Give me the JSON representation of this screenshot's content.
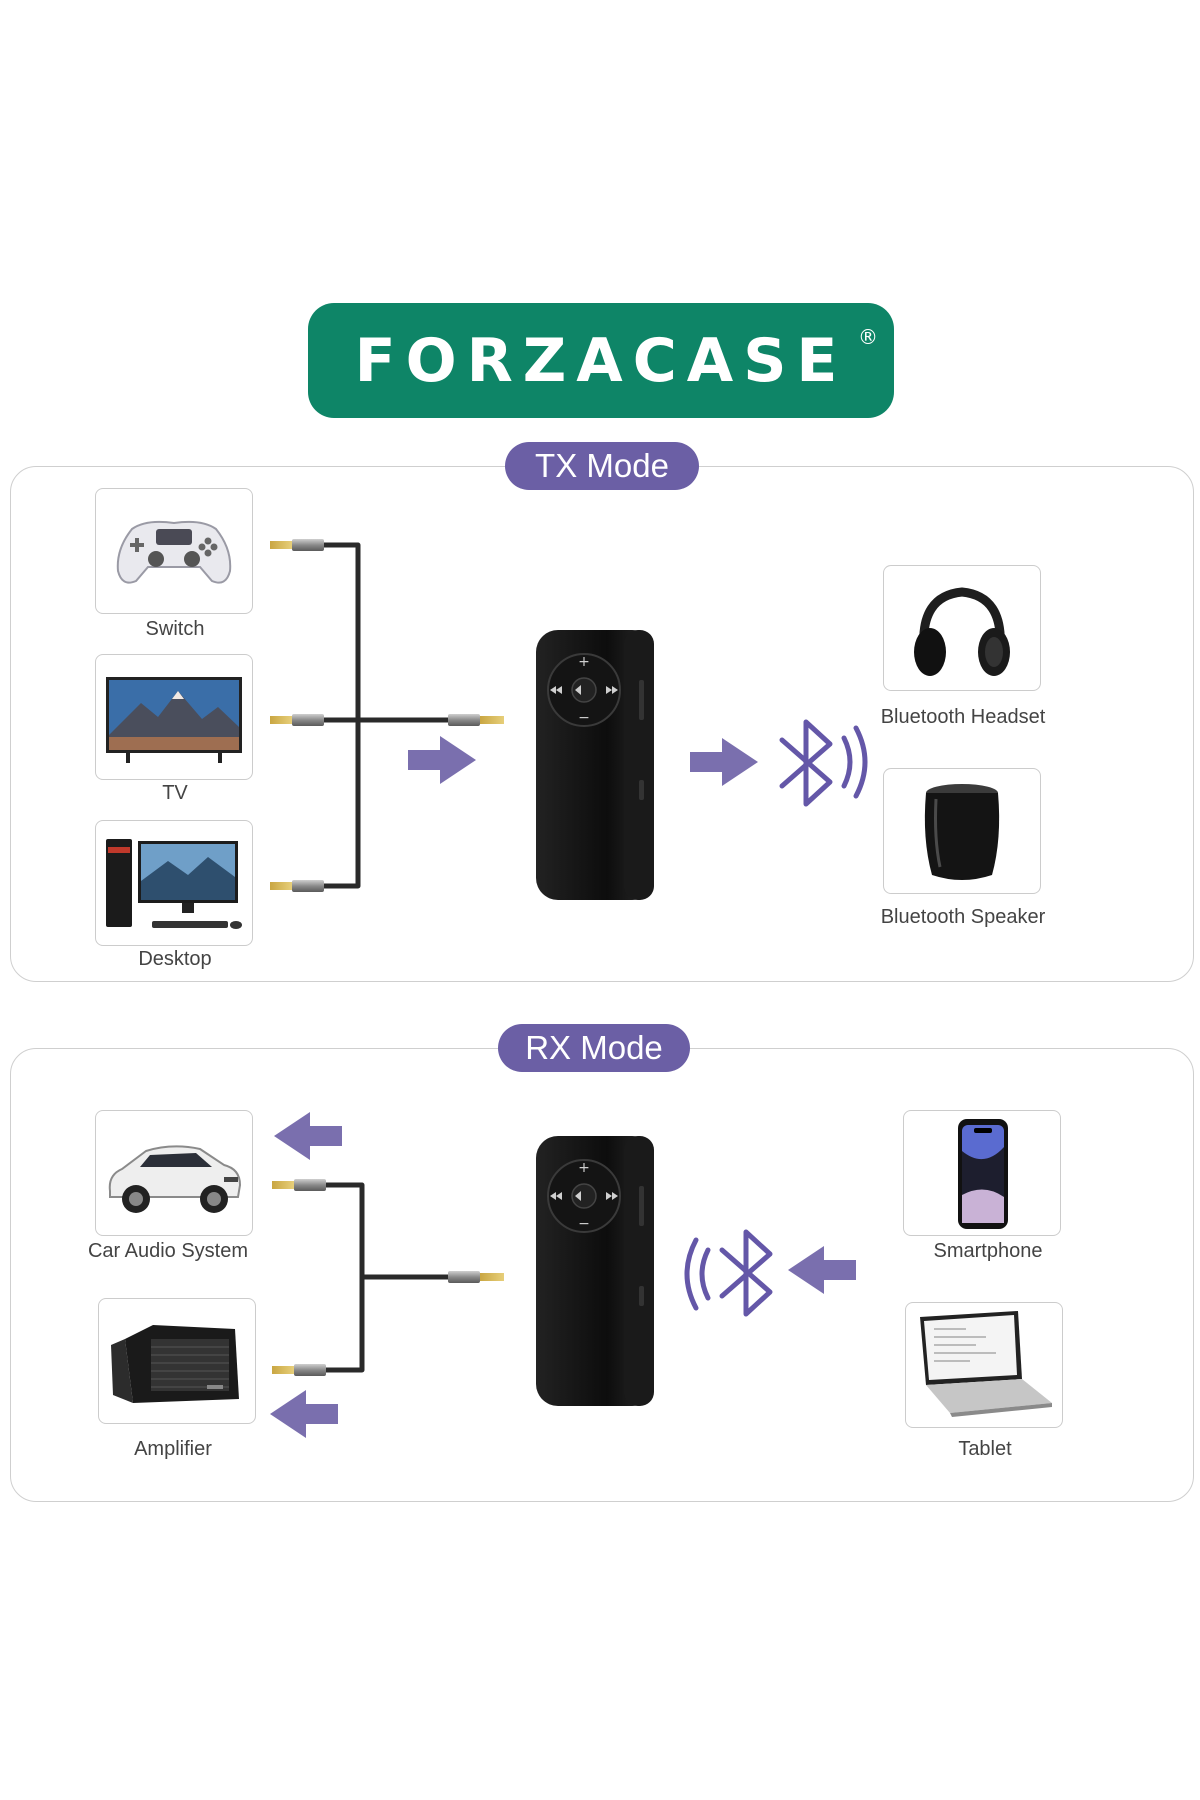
{
  "brand": {
    "name": "FORZACASE",
    "mark": "®"
  },
  "tx": {
    "title": "TX Mode",
    "sources": [
      {
        "label": "Switch",
        "icon": "gamepad-icon"
      },
      {
        "label": "TV",
        "icon": "tv-icon"
      },
      {
        "label": "Desktop",
        "icon": "desktop-computer-icon"
      }
    ],
    "targets": [
      {
        "label": "Bluetooth Headset",
        "icon": "headphones-icon"
      },
      {
        "label": "Bluetooth Speaker",
        "icon": "speaker-icon"
      }
    ]
  },
  "rx": {
    "title": "RX Mode",
    "outputs": [
      {
        "label": "Car Audio System",
        "icon": "car-icon"
      },
      {
        "label": "Amplifier",
        "icon": "amplifier-icon"
      }
    ],
    "sources": [
      {
        "label": "Smartphone",
        "icon": "smartphone-icon"
      },
      {
        "label": "Tablet",
        "icon": "laptop-icon"
      }
    ]
  },
  "colors": {
    "brand_green": "#0e8567",
    "accent_purple": "#6b5fa5",
    "bluetooth_purple": "#6457a8"
  }
}
